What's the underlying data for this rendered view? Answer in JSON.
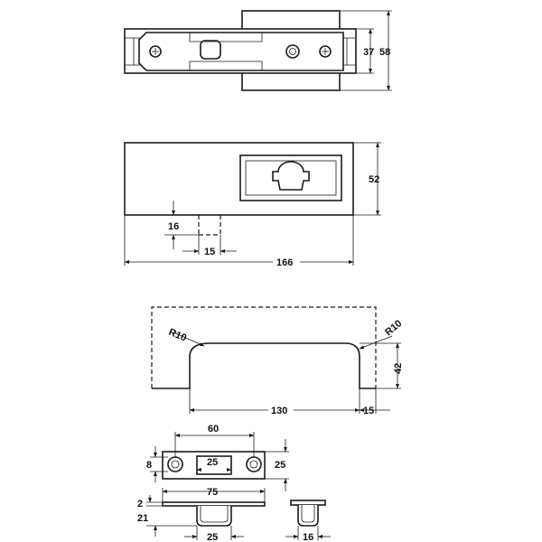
{
  "lock_view": {
    "dim_inner": "37",
    "dim_outer": "58"
  },
  "side_view": {
    "dim_height": "52",
    "dim_depth": "16",
    "dim_width": "15",
    "dim_length": "166"
  },
  "glass_profile": {
    "radius_left": "R10",
    "radius_right": "R10",
    "dim_height": "42",
    "dim_span": "130",
    "dim_leg": "15"
  },
  "strike_plate": {
    "dim_hole_spacing": "60",
    "dim_hole": "8",
    "dim_slot": "25",
    "dim_plate_height": "25",
    "dim_thickness": "2",
    "dim_plate_width": "75",
    "dim_depth": "21",
    "dim_box_width": "25",
    "dim_side_width": "16"
  },
  "colors": {
    "line": "#1a1a1a",
    "background": "#ffffff"
  }
}
